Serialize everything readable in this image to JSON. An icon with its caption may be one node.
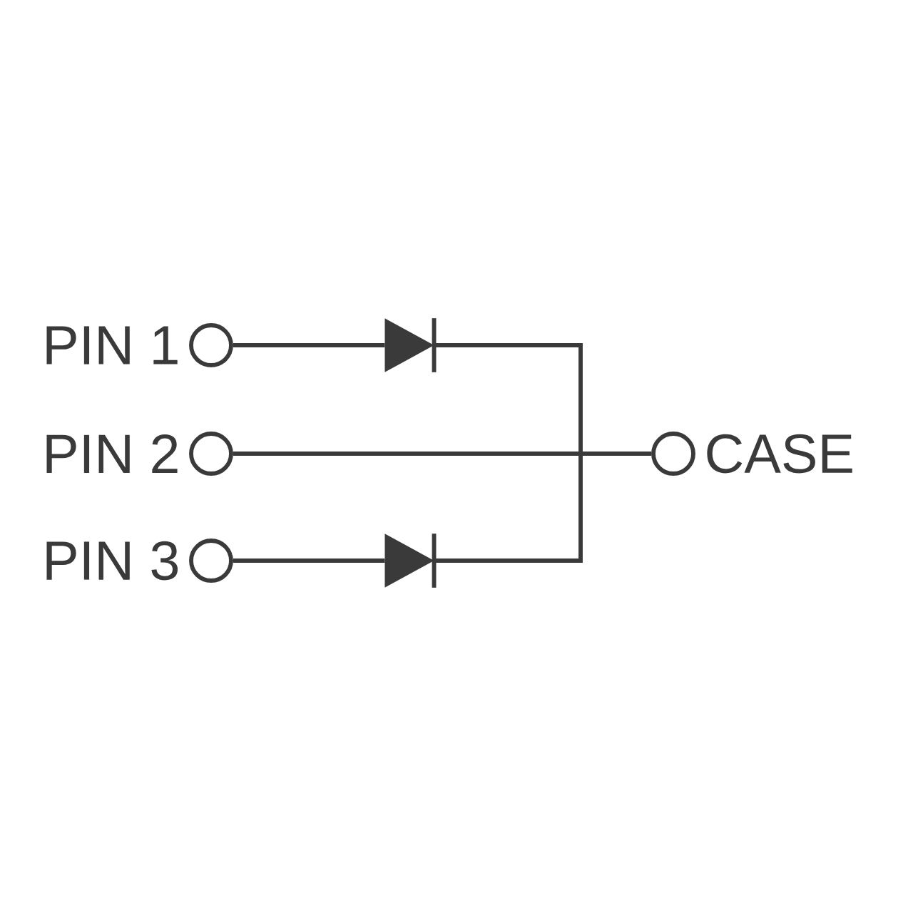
{
  "diagram": {
    "nodes": [
      {
        "text": [],
        "shape": "circle",
        "beside": [
          "PIN 1"
        ]
      },
      {
        "text": [],
        "shape": "circle",
        "beside": [
          "PIN 2"
        ]
      },
      {
        "text": [],
        "shape": "circle",
        "beside": [
          "PIN 3"
        ]
      },
      {
        "text": [],
        "shape": "diode"
      },
      {
        "text": [],
        "shape": "diode"
      },
      {
        "text": [],
        "shape": "circle",
        "beside": [
          "CASE"
        ]
      }
    ],
    "edges": [
      {
        "from": 0,
        "to": 3,
        "arrow": "none"
      },
      {
        "from": 3,
        "to": 5,
        "arrow": "none"
      },
      {
        "from": 1,
        "to": 5,
        "arrow": "none"
      },
      {
        "from": 2,
        "to": 4,
        "arrow": "none"
      },
      {
        "from": 4,
        "to": 5,
        "arrow": "none"
      }
    ]
  }
}
